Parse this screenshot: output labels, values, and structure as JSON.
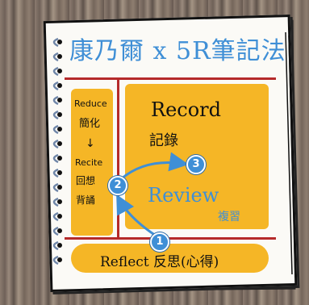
{
  "title": "康乃爾 x 5R筆記法",
  "left_panel": {
    "reduce": "Reduce",
    "jianhua": "簡化",
    "arrow": "↓",
    "recite": "Recite",
    "huixiang": "回想",
    "beisong": "背誦"
  },
  "right_panel": {
    "record": "Record",
    "jilu": "記錄",
    "review": "Review",
    "fuxi": "複習"
  },
  "bottom_panel": {
    "reflect": "Reflect 反思(心得)"
  },
  "steps": {
    "one": "1",
    "two": "2",
    "three": "3"
  },
  "colors": {
    "accent_blue": "#3f8fd6",
    "box_yellow": "#f5b626",
    "rule_red": "#b52a2a"
  }
}
